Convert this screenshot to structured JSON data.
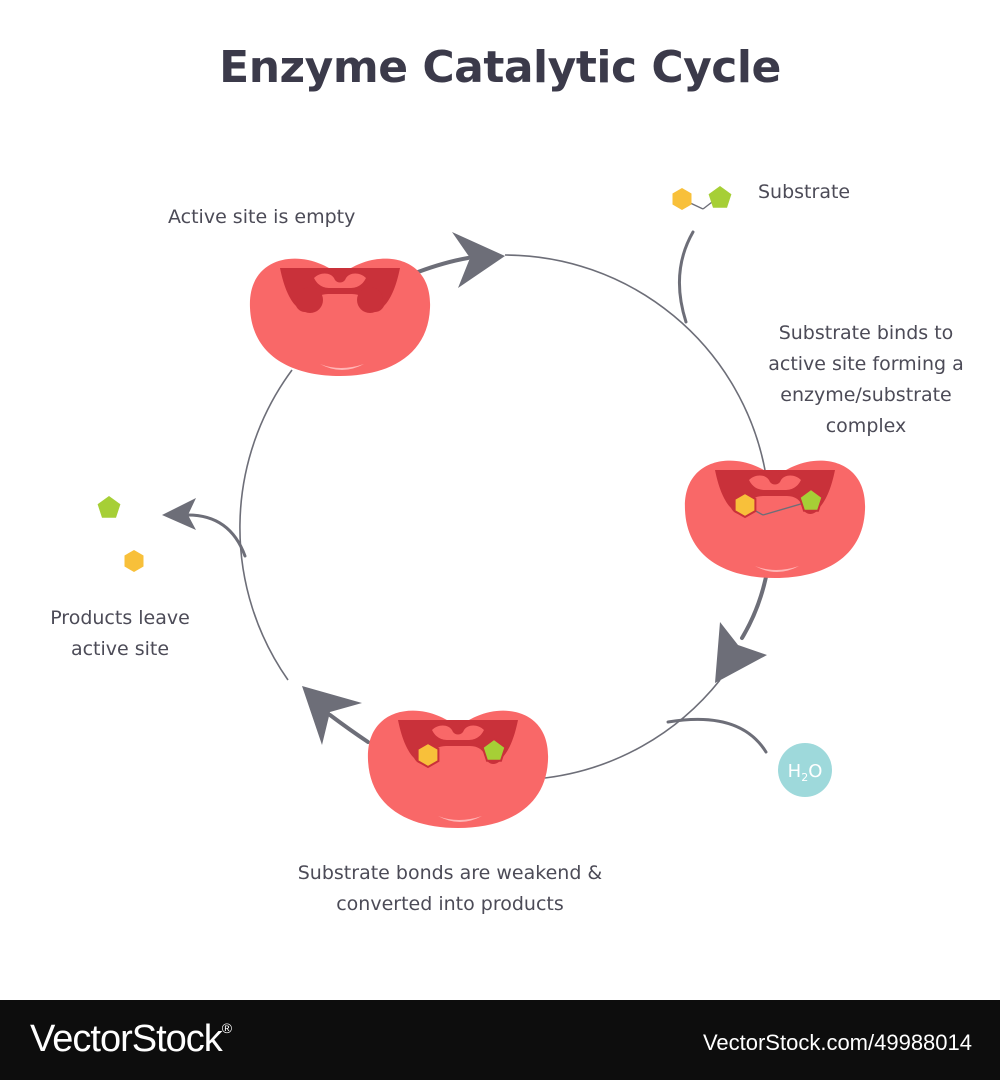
{
  "diagram": {
    "title": "Enzyme Catalytic Cycle",
    "labels": {
      "active_site_empty": "Active site is empty",
      "substrate": "Substrate",
      "substrate_binds": [
        "Substrate binds to",
        "active site forming a",
        "enzyme/substrate",
        "complex"
      ],
      "bonds_weakened": [
        "Substrate bonds are weakend &",
        "converted into products"
      ],
      "products_leave": [
        "Products leave",
        "active site"
      ],
      "water": "H2O"
    },
    "colors": {
      "enzyme": "#f96868",
      "active_site": "#c9313a",
      "substrate_hexagon": "#f8c03a",
      "substrate_pentagon": "#a6cf36",
      "water": "#9ed9db",
      "arrows": "#6d6e78",
      "text": "#4c4b57"
    }
  },
  "footer": {
    "brand": "VectorStock",
    "brand_mark": "®",
    "stock_id": "VectorStock.com/49988014"
  }
}
